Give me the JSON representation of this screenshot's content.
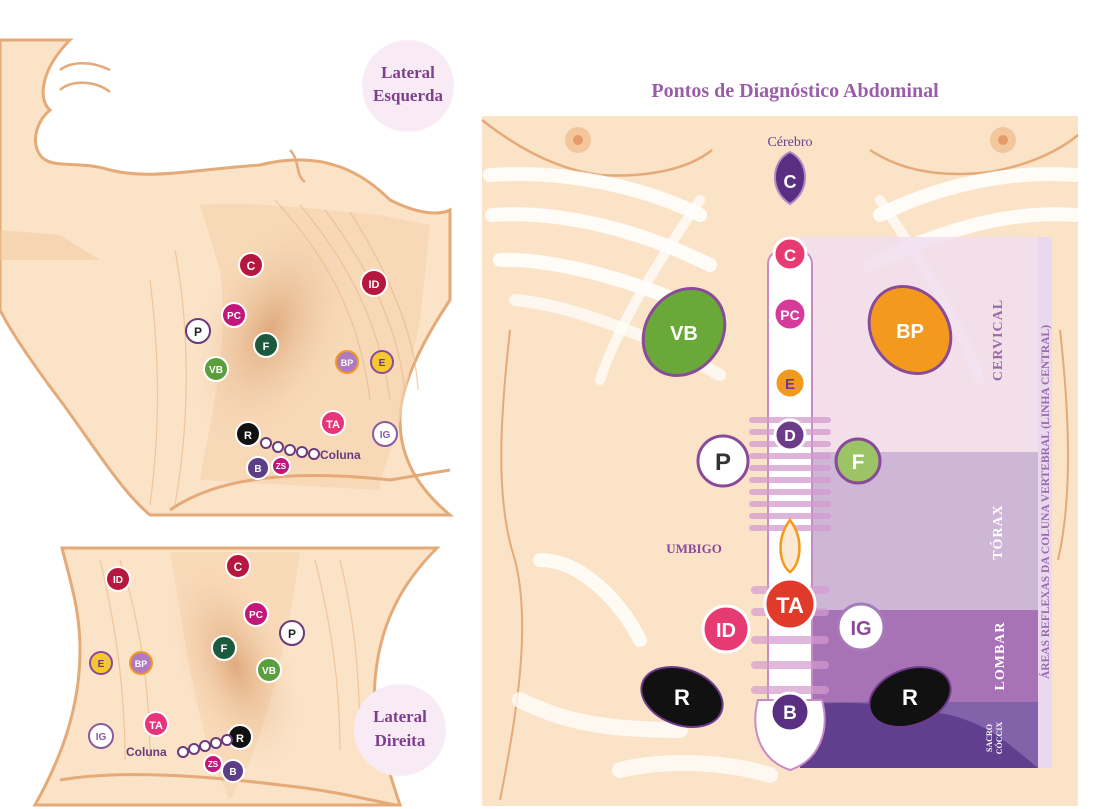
{
  "labels": {
    "lateral_esquerda_line1": "Lateral",
    "lateral_esquerda_line2": "Esquerda",
    "lateral_direita_line1": "Lateral",
    "lateral_direita_line2": "Direita",
    "abdomen_title": "Pontos de Diagnóstico Abdominal",
    "cerebro": "Cérebro",
    "umbigo": "UMBIGO",
    "coluna_top": "Coluna",
    "coluna_bottom": "Coluna",
    "zone_cervical": "CERVICAL",
    "zone_torax": "TÓRAX",
    "zone_lombar": "LOMBAR",
    "zone_sacro": "SACRO",
    "zone_coccix": "CÓCCIX",
    "areas_reflexas": "ÁREAS REFLEXAS DA COLUNA VERTEBRAL (LINHA CENTRAL)"
  },
  "neck_top_points": [
    "C",
    "ID",
    "PC",
    "P",
    "F",
    "VB",
    "BP",
    "E",
    "TA",
    "IG",
    "R",
    "ZS",
    "B"
  ],
  "neck_bottom_points": [
    "ID",
    "C",
    "PC",
    "P",
    "F",
    "VB",
    "E",
    "BP",
    "TA",
    "IG",
    "R",
    "ZS",
    "B"
  ],
  "abdomen_points": [
    "C",
    "C",
    "PC",
    "E",
    "D",
    "VB",
    "BP",
    "P",
    "F",
    "TA",
    "ID",
    "IG",
    "R",
    "R",
    "B"
  ],
  "colors": {
    "skin": "#fbe3c8",
    "skin_line": "#eab98a",
    "crimson": "#b5173e",
    "magenta": "#c2177a",
    "dark_green": "#1c5a40",
    "green": "#5a9e3e",
    "light_green": "#9cc467",
    "orange": "#f39a1e",
    "purple": "#6d3a8c",
    "lavender": "#b38fc4",
    "red": "#e23a2e",
    "pink": "#e8347a",
    "black": "#111111",
    "title_purple": "#9a5ea8"
  }
}
